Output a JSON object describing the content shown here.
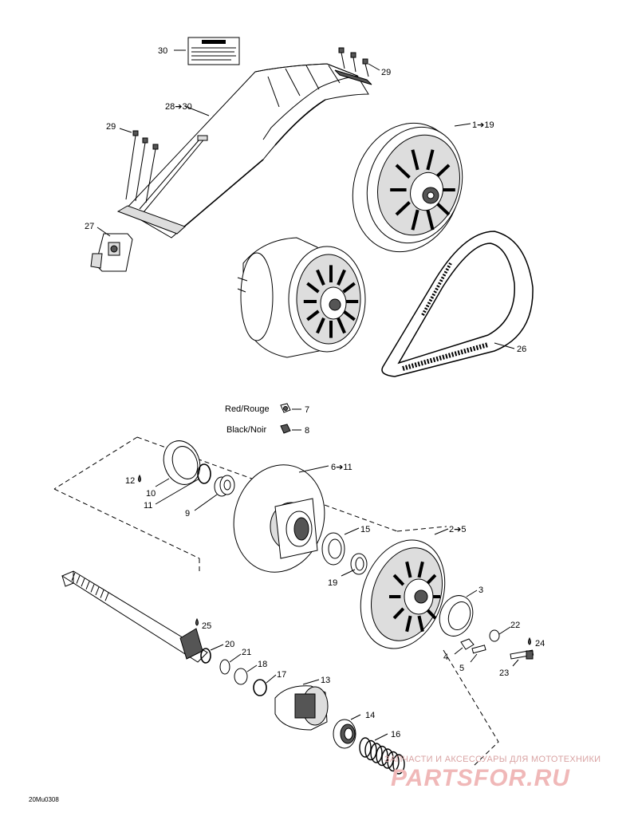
{
  "callouts": {
    "c30": "30",
    "c28_30": "28➔30",
    "c29_left": "29",
    "c29_right": "29",
    "c1_19": "1➔19",
    "c27": "27",
    "c26": "26",
    "c6_11": "6➔11",
    "c12": "12",
    "c10": "10",
    "c11": "11",
    "c9": "9",
    "c15": "15",
    "c2_5": "2➔5",
    "c19": "19",
    "c3": "3",
    "c22": "22",
    "c24": "24",
    "c4": "4",
    "c5": "5",
    "c23": "23",
    "c25": "25",
    "c20": "20",
    "c21": "21",
    "c18": "18",
    "c17": "17",
    "c13": "13",
    "c14": "14",
    "c16": "16"
  },
  "legend": {
    "red_label": "Red/Rouge",
    "red_num": "7",
    "black_label": "Black/Noir",
    "black_num": "8"
  },
  "figure_code": "20Mu0308",
  "watermark": {
    "line1": "ЗАПЧАСТИ И АКСЕССУАРЫ ДЛЯ МОТОТЕХНИКИ",
    "line2": "PARTSFOR.RU",
    "color": "#f0b8b8"
  }
}
